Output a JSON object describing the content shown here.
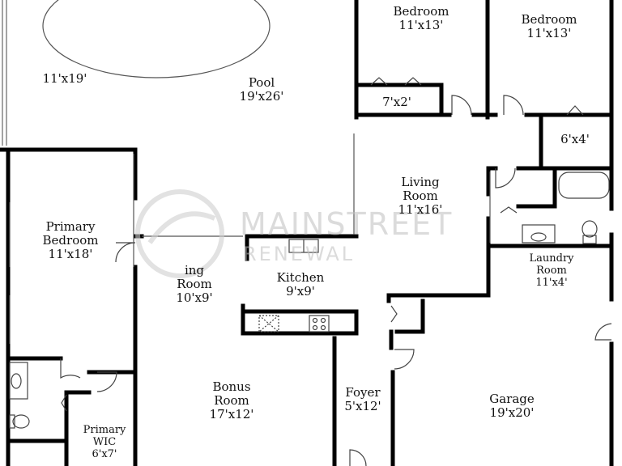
{
  "rooms": {
    "bedroom_a": {
      "name": "Bedroom",
      "size": "11'x13'"
    },
    "bedroom_b": {
      "name": "Bedroom",
      "size": "11'x13'"
    },
    "closet_a": {
      "size": "7'x2'"
    },
    "closet_b": {
      "size": "6'x4'"
    },
    "lanai": {
      "size": "11'x19'"
    },
    "pool": {
      "name": "Pool",
      "size": "19'x26'"
    },
    "living": {
      "name_1": "Living",
      "name_2": "Room",
      "size": "11'x16'"
    },
    "primary_bedroom": {
      "name_1": "Primary",
      "name_2": "Bedroom",
      "size": "11'x18'"
    },
    "dining": {
      "name": "Dining",
      "name_visible": "ing",
      "name_2": "Room",
      "size": "10'x9'"
    },
    "kitchen": {
      "name": "Kitchen",
      "size": "9'x9'"
    },
    "laundry": {
      "name_1": "Laundry",
      "name_2": "Room",
      "size": "11'x4'"
    },
    "foyer": {
      "name": "Foyer",
      "size": "5'x12'"
    },
    "bonus": {
      "name_1": "Bonus",
      "name_2": "Room",
      "size": "17'x12'"
    },
    "garage": {
      "name": "Garage",
      "size": "19'x20'"
    },
    "primary_wic": {
      "name_1": "Primary",
      "name_2": "WIC",
      "size": "6'x7'"
    }
  },
  "watermark": {
    "name": "MAINSTREET",
    "sub": "RENEWAL"
  },
  "colors": {
    "wall": "#000000",
    "thin_line": "#555555",
    "background": "#ffffff",
    "watermark": "#bebebe"
  }
}
